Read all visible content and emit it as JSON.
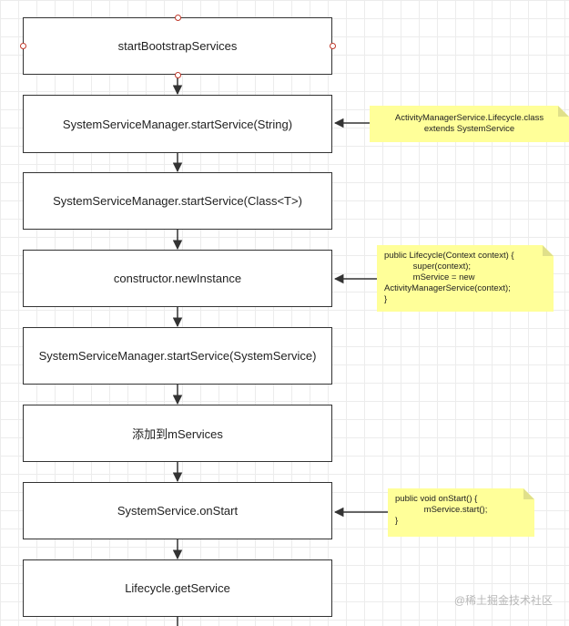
{
  "flow": [
    {
      "id": "start",
      "label": "startBootstrapServices"
    },
    {
      "id": "ssm-start-string",
      "label": "SystemServiceManager.startService(String)"
    },
    {
      "id": "ssm-start-class",
      "label": "SystemServiceManager.startService(Class<T>)"
    },
    {
      "id": "constructor-newinstance",
      "label": "constructor.newInstance"
    },
    {
      "id": "ssm-start-systemservice",
      "label": "SystemServiceManager.startService(SystemService)"
    },
    {
      "id": "add-to-mservices",
      "label": "添加到mServices"
    },
    {
      "id": "systemservice-onstart",
      "label": "SystemService.onStart"
    },
    {
      "id": "lifecycle-getservice",
      "label": "Lifecycle.getService"
    }
  ],
  "notes": [
    {
      "id": "lifecycle-class",
      "lines": [
        "ActivityManagerService.Lifecycle.class",
        "extends SystemService"
      ]
    },
    {
      "id": "lifecycle-constructor",
      "lines": [
        "public Lifecycle(Context context) {",
        "            super(context);",
        "            mService = new",
        "ActivityManagerService(context);",
        "}"
      ]
    },
    {
      "id": "onstart",
      "lines": [
        "public void onStart() {",
        "            mService.start();",
        "}"
      ]
    }
  ],
  "watermark": "@稀土掘金技术社区",
  "colors": {
    "note": "#ffff99",
    "handle": "#c0392b",
    "stroke": "#333333"
  }
}
